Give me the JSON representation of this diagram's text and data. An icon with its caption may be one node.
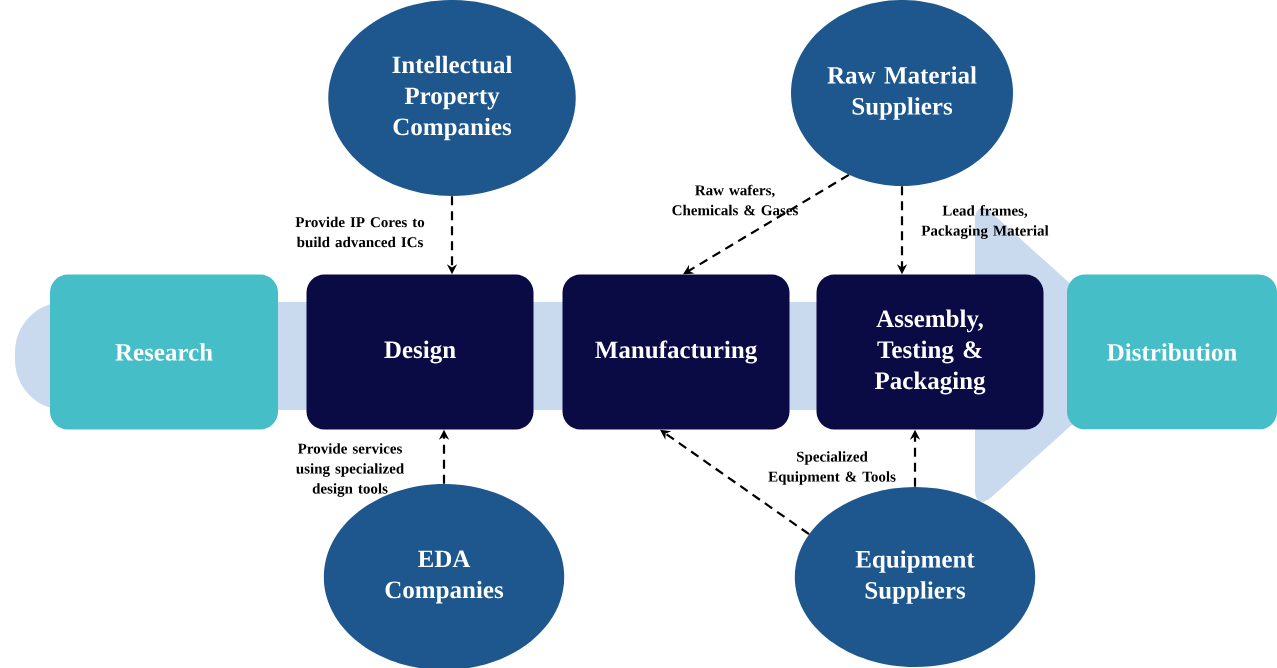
{
  "diagram": {
    "nodes": [
      {
        "text": [
          "Intellectual Property Companies"
        ]
      },
      {
        "text": [
          "Raw Material Suppliers"
        ]
      },
      {
        "text": [
          "Research"
        ]
      },
      {
        "text": [
          "Design"
        ]
      },
      {
        "text": [
          "Manufacturing"
        ]
      },
      {
        "text": [
          "Assembly, Testing & Packaging"
        ]
      },
      {
        "text": [
          "Distribution"
        ]
      },
      {
        "text": [
          "EDA Companies"
        ]
      },
      {
        "text": [
          "Equipment Suppliers"
        ]
      }
    ],
    "edges": [
      {
        "from": 0,
        "to": 3,
        "arrow": "to",
        "style": "dashed",
        "label": "Provide IP Cores to build advanced ICs"
      },
      {
        "from": 1,
        "to": 4,
        "arrow": "to",
        "style": "dashed",
        "label": "Raw wafers, Chemicals & Gases"
      },
      {
        "from": 1,
        "to": 5,
        "arrow": "to",
        "style": "dashed",
        "label": "Lead frames, Packaging Material"
      },
      {
        "from": 7,
        "to": 3,
        "arrow": "to",
        "style": "dashed",
        "label": "Provide services using specialized design tools"
      },
      {
        "from": 8,
        "to": 4,
        "arrow": "to",
        "style": "dashed"
      },
      {
        "from": 8,
        "to": 5,
        "arrow": "to",
        "style": "dashed",
        "label": "Specialized Equipment & Tools"
      }
    ]
  }
}
